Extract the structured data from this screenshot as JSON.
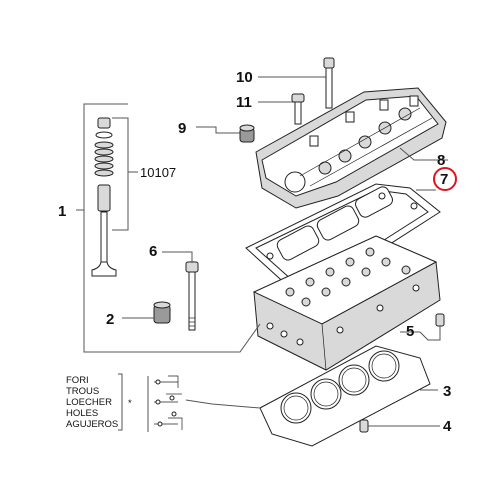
{
  "callouts": {
    "c1": "1",
    "c2": "2",
    "c3": "3",
    "c4": "4",
    "c5": "5",
    "c6": "6",
    "c7": "7",
    "c8": "8",
    "c9": "9",
    "c10": "10",
    "c11": "11",
    "c10107": "10107"
  },
  "legend": {
    "lines": [
      "FORI",
      "TROUS",
      "LOECHER",
      "HOLES",
      "AGUJEROS"
    ],
    "bullet": "*"
  },
  "colors": {
    "highlight": "#e0141e",
    "line": "#222222",
    "leader": "#555555"
  }
}
